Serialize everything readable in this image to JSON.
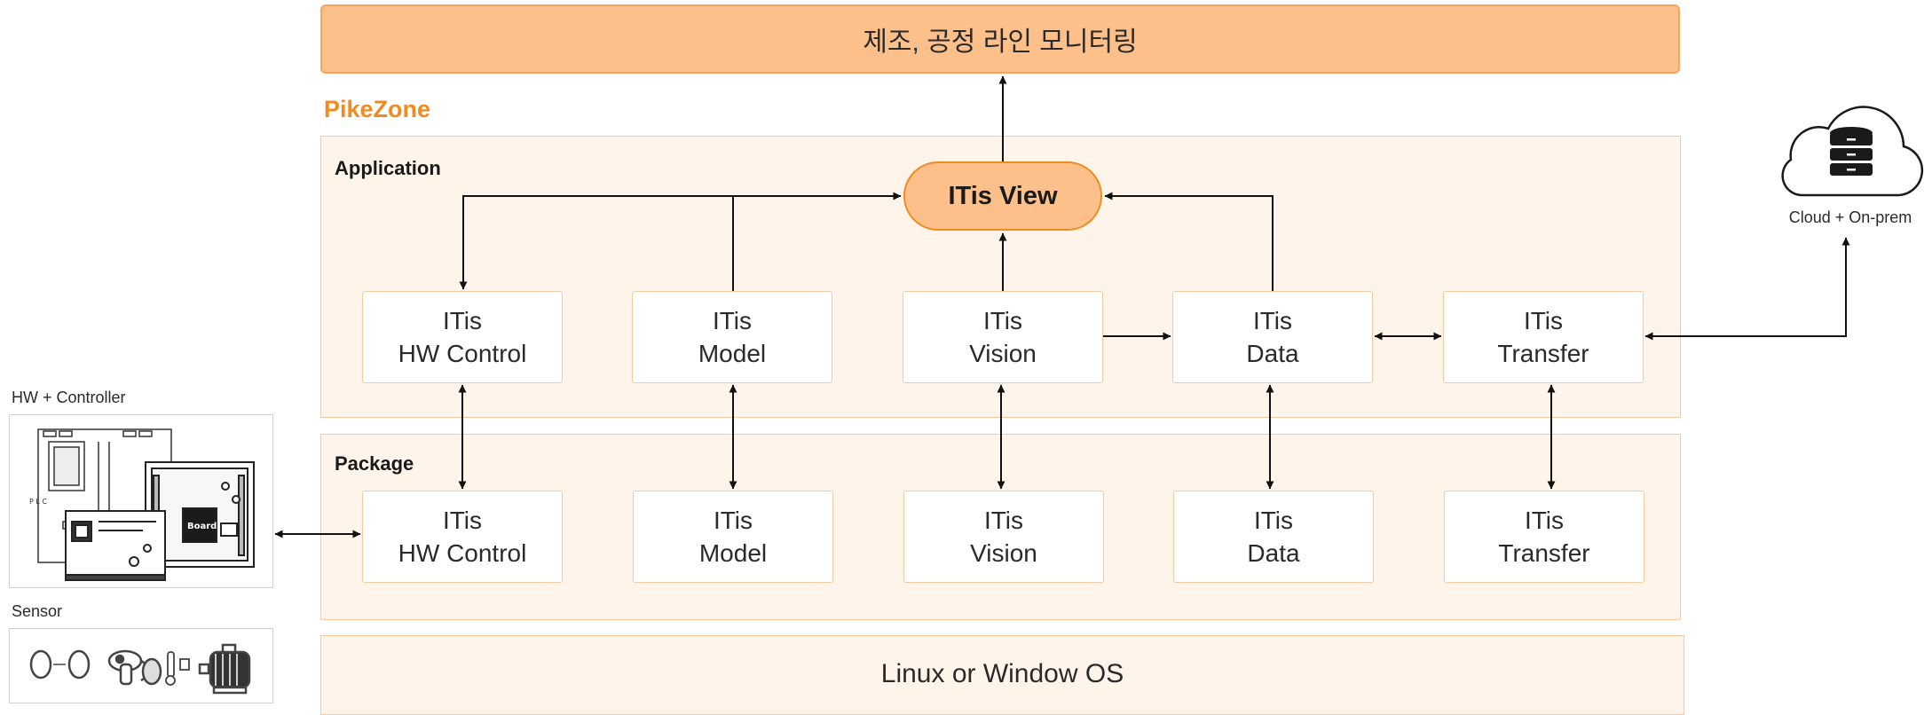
{
  "top_banner": "제조, 공정 라인 모니터링",
  "brand": "PikeZone",
  "application": {
    "title": "Application",
    "view_label": "ITis View",
    "modules": [
      {
        "line1": "ITis",
        "line2": "HW Control"
      },
      {
        "line1": "ITis",
        "line2": "Model"
      },
      {
        "line1": "ITis",
        "line2": "Vision"
      },
      {
        "line1": "ITis",
        "line2": "Data"
      },
      {
        "line1": "ITis",
        "line2": "Transfer"
      }
    ]
  },
  "package": {
    "title": "Package",
    "modules": [
      {
        "line1": "ITis",
        "line2": "HW Control"
      },
      {
        "line1": "ITis",
        "line2": "Model"
      },
      {
        "line1": "ITis",
        "line2": "Vision"
      },
      {
        "line1": "ITis",
        "line2": "Data"
      },
      {
        "line1": "ITis",
        "line2": "Transfer"
      }
    ]
  },
  "os_label": "Linux or Window OS",
  "cloud_label": "Cloud + On-prem",
  "hw": {
    "label": "HW + Controller",
    "plc_text": "P L C",
    "board_text": "Board"
  },
  "sensor": {
    "label": "Sensor"
  },
  "colors": {
    "accent": "#f18a1f",
    "banner_fill": "#fdc08a",
    "layer_fill": "#fff4ea",
    "layer_border": "#f7c9a0"
  }
}
